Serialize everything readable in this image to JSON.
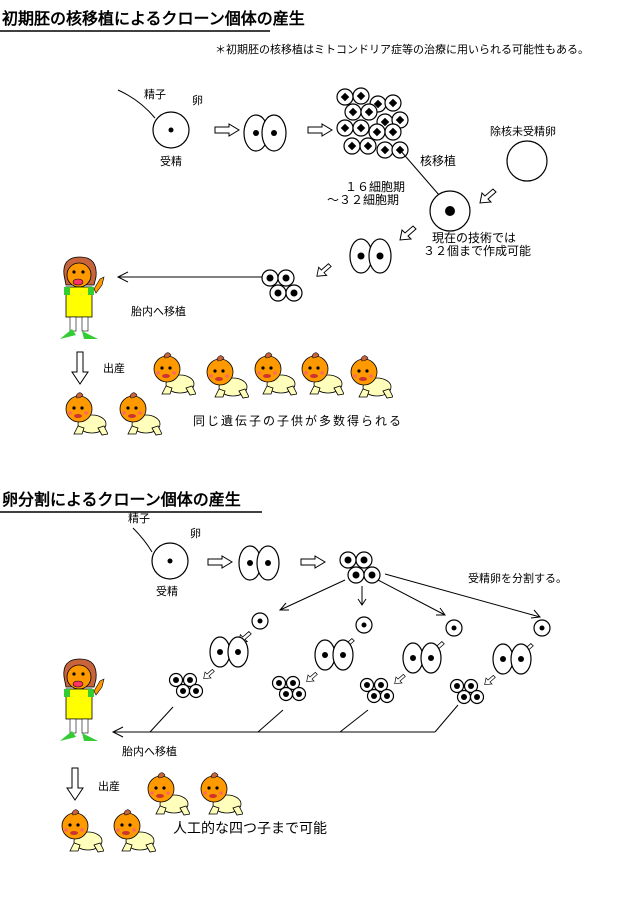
{
  "section1": {
    "title": "初期胚の核移植によるクローン個体の産生",
    "note": "＊初期胚の核移植はミトコンドリア症等の治療に用いられる可能性もある。",
    "sperm": "精子",
    "egg": "卵",
    "fertilization": "受精",
    "enucleated_egg": "除核未受精卵",
    "nuclear_transfer": "核移植",
    "stage_line1": "１６細胞期",
    "stage_line2": "～３２細胞期",
    "tech_line1": "現在の技術では",
    "tech_line2": "３２個まで作成可能",
    "implant": "胎内へ移植",
    "birth": "出産",
    "result": "同じ遺伝子の子供が多数得られる"
  },
  "section2": {
    "title": "卵分割によるクローン個体の産生",
    "sperm": "精子",
    "egg": "卵",
    "fertilization": "受精",
    "split": "受精卵を分割する。",
    "implant": "胎内へ移植",
    "birth": "出産",
    "result": "人工的な四つ子まで可能"
  },
  "colors": {
    "skin": "#ff9900",
    "hair": "#c8643c",
    "dress": "#ffff00",
    "shoe": "#33cc33",
    "baby_clothes": "#ffffbb"
  }
}
